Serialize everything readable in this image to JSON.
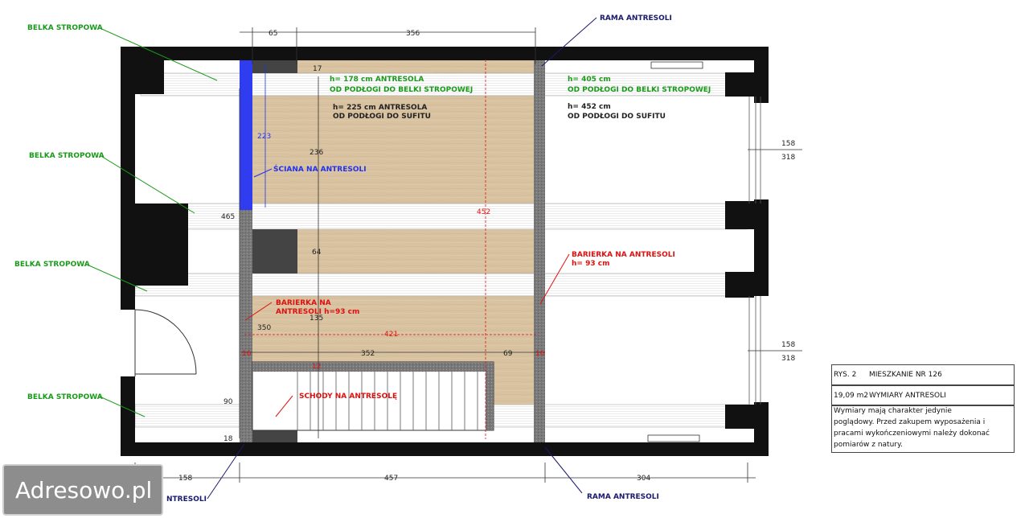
{
  "labels": {
    "beam_top": "BELKA STROPOWA",
    "beam_mid1": "BELKA STROPOWA",
    "beam_mid2": "BELKA STROPOWA",
    "beam_bottom": "BELKA STROPOWA",
    "frame_top": "RAMA ANTRESOLI",
    "frame_bottom": "RAMA ANTRESOLI",
    "frame_bottom_left": "NTRESOLI",
    "wall_mezz": "ŚCIANA NA ANTRESOLI",
    "barrier_right_1": "BARIERKA NA ANTRESOLI",
    "barrier_right_2": "h= 93 cm",
    "barrier_left_1": "BARIERKA NA",
    "barrier_left_2": "ANTRESOLI h=93 cm",
    "stairs": "SCHODY NA ANTRESOLĘ",
    "h178_1": "h= 178 cm ANTRESOLA",
    "h178_2": "OD PODŁOGI DO BELKI STROPOWEJ",
    "h225_1": "h= 225 cm ANTRESOLA",
    "h225_2": "OD PODŁOGI DO SUFITU",
    "h405_1": "h= 405 cm",
    "h405_2": "OD PODŁOGI DO BELKI STROPOWEJ",
    "h452_1": "h= 452 cm",
    "h452_2": "OD PODŁOGI DO SUFITU"
  },
  "dimensions": {
    "d65": "65",
    "d356": "356",
    "d17": "17",
    "d223": "223",
    "d236": "236",
    "d465": "465",
    "d452": "452",
    "d64": "64",
    "d135": "135",
    "d350": "350",
    "d421": "421",
    "d16a": "16",
    "d16b": "16",
    "d352": "352",
    "d69": "69",
    "d12": "12",
    "d90": "90",
    "d18": "18",
    "d158_bottom": "158",
    "d457": "457",
    "d304": "304",
    "d158_r1": "158",
    "d318_r1": "318",
    "d158_r2": "158",
    "d318_r2": "318"
  },
  "info": {
    "rys": "RYS. 2",
    "apartment": "MIESZKANIE NR 126",
    "area": "19,09 m2",
    "title": "WYMIARY ANTRESOLI",
    "note_1": "Wymiary mają charakter jedynie",
    "note_2": "poglądowy. Przed zakupem wyposażenia i",
    "note_3": "pracami wykończeniowymi należy dokonać",
    "note_4": "pomiarów z natury."
  },
  "logo": "Adresowo.pl",
  "colors": {
    "wall": "#111111",
    "wood": "#d9c3a2",
    "frame": "#6b6b6b",
    "blue_wall": "#2f3cf0",
    "label_green": "#1a9a1a",
    "label_navy": "#1a1a6e",
    "label_red": "#e01010"
  }
}
